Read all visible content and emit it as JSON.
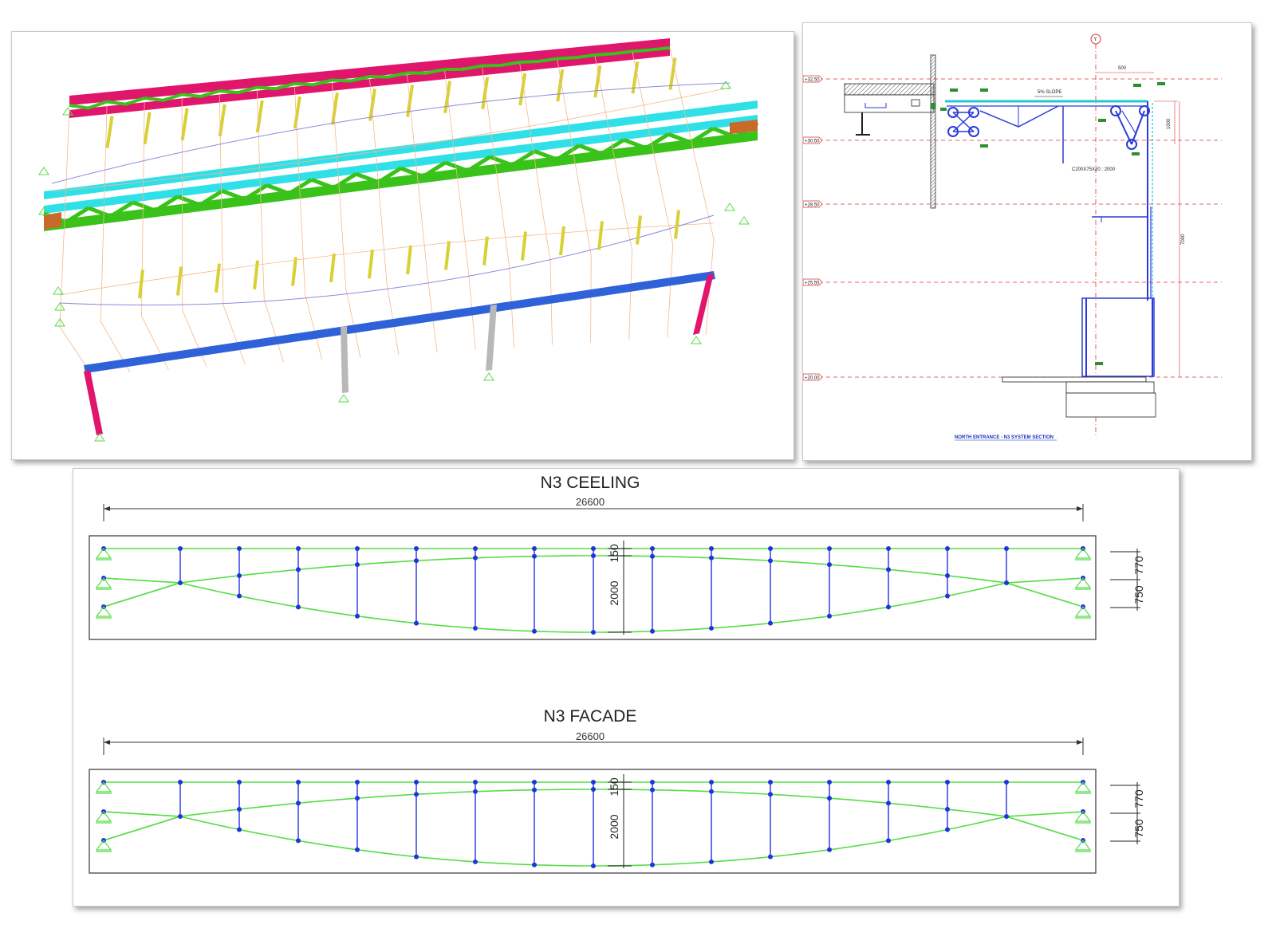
{
  "views": {
    "model_3d": {
      "name": "structural-3d-model"
    },
    "section": {
      "level_tags": [
        "+32.50",
        "+30.50",
        "+28.50",
        "+25.55",
        "+20.00"
      ],
      "notes": {
        "slope": "5% SLOPE",
        "steel": "C200X75X20 : 2000",
        "caption": "NORTH ENTRANCE - N3 SYSTEM SECTION",
        "dim_top": "500",
        "dim_right_upper": "1000",
        "dim_right_lower": "7000",
        "grid_bubble": "Y"
      }
    },
    "ceiling": {
      "title": "N3 CEELING",
      "span": "26600",
      "dim_top": "150",
      "dim_depth": "2000",
      "dim_right_top": "770",
      "dim_right_bottom": "750"
    },
    "facade": {
      "title": "N3 FACADE",
      "span": "26600",
      "dim_top": "150",
      "dim_depth": "2000",
      "dim_right_top": "770",
      "dim_right_bottom": "750"
    }
  },
  "colors": {
    "magenta": "#e0156c",
    "cyan": "#2fe0e8",
    "truss_green": "#39c21a",
    "hanger_yellow": "#d9d034",
    "beam_blue": "#2f62d8",
    "column_gray": "#b8b8b8",
    "cable_orange": "#f3b98a",
    "cable_purple": "#8a8ae0",
    "elev_green": "#55dd44",
    "elev_blue": "#2233dd",
    "section_red": "#e23030",
    "section_blue": "#2a3ad8",
    "section_cyan": "#22c8d0"
  }
}
